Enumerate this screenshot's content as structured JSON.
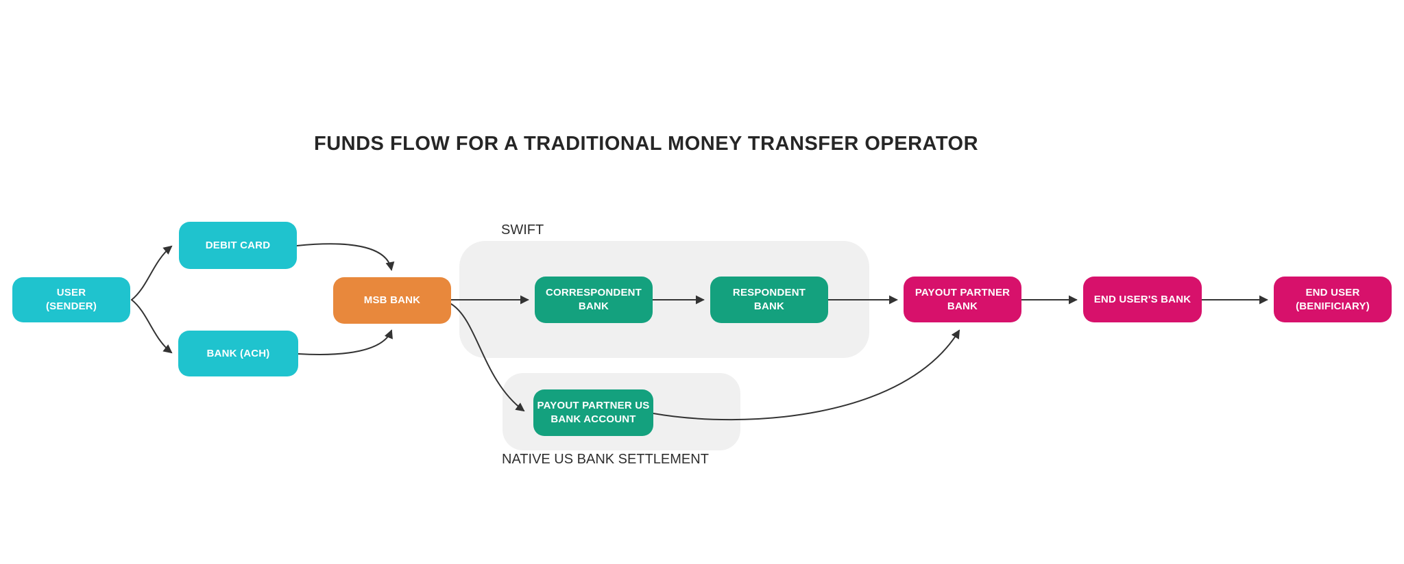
{
  "title": "FUNDS FLOW FOR A TRADITIONAL MONEY TRANSFER OPERATOR",
  "colors": {
    "background": "#FFFFFF",
    "cyan": "#1FC3CE",
    "orange": "#E8883C",
    "green": "#14A17E",
    "pink": "#D7116B",
    "group_bg": "#F0F0F0",
    "line": "#333333",
    "title_text": "#262626",
    "label_text": "#2E2E2E",
    "node_text": "#FFFFFF"
  },
  "groups": {
    "swift": {
      "label": "SWIFT"
    },
    "native_us_settlement": {
      "label": "NATIVE US BANK SETTLEMENT"
    }
  },
  "nodes": {
    "user_sender": {
      "label": "USER\n(SENDER)",
      "color": "cyan"
    },
    "debit_card": {
      "label": "DEBIT CARD",
      "color": "cyan"
    },
    "bank_ach": {
      "label": "BANK (ACH)",
      "color": "cyan"
    },
    "msb_bank": {
      "label": "MSB BANK",
      "color": "orange"
    },
    "correspondent_bank": {
      "label": "CORRESPONDENT\nBANK",
      "color": "green"
    },
    "respondent_bank": {
      "label": "RESPONDENT\nBANK",
      "color": "green"
    },
    "payout_partner_us_bank_account": {
      "label": "PAYOUT PARTNER US\nBANK ACCOUNT",
      "color": "green"
    },
    "payout_partner_bank": {
      "label": "PAYOUT PARTNER\nBANK",
      "color": "pink"
    },
    "end_users_bank": {
      "label": "END USER'S BANK",
      "color": "pink"
    },
    "end_user_beneficiary": {
      "label": "END USER\n(BENIFICIARY)",
      "color": "pink"
    }
  }
}
